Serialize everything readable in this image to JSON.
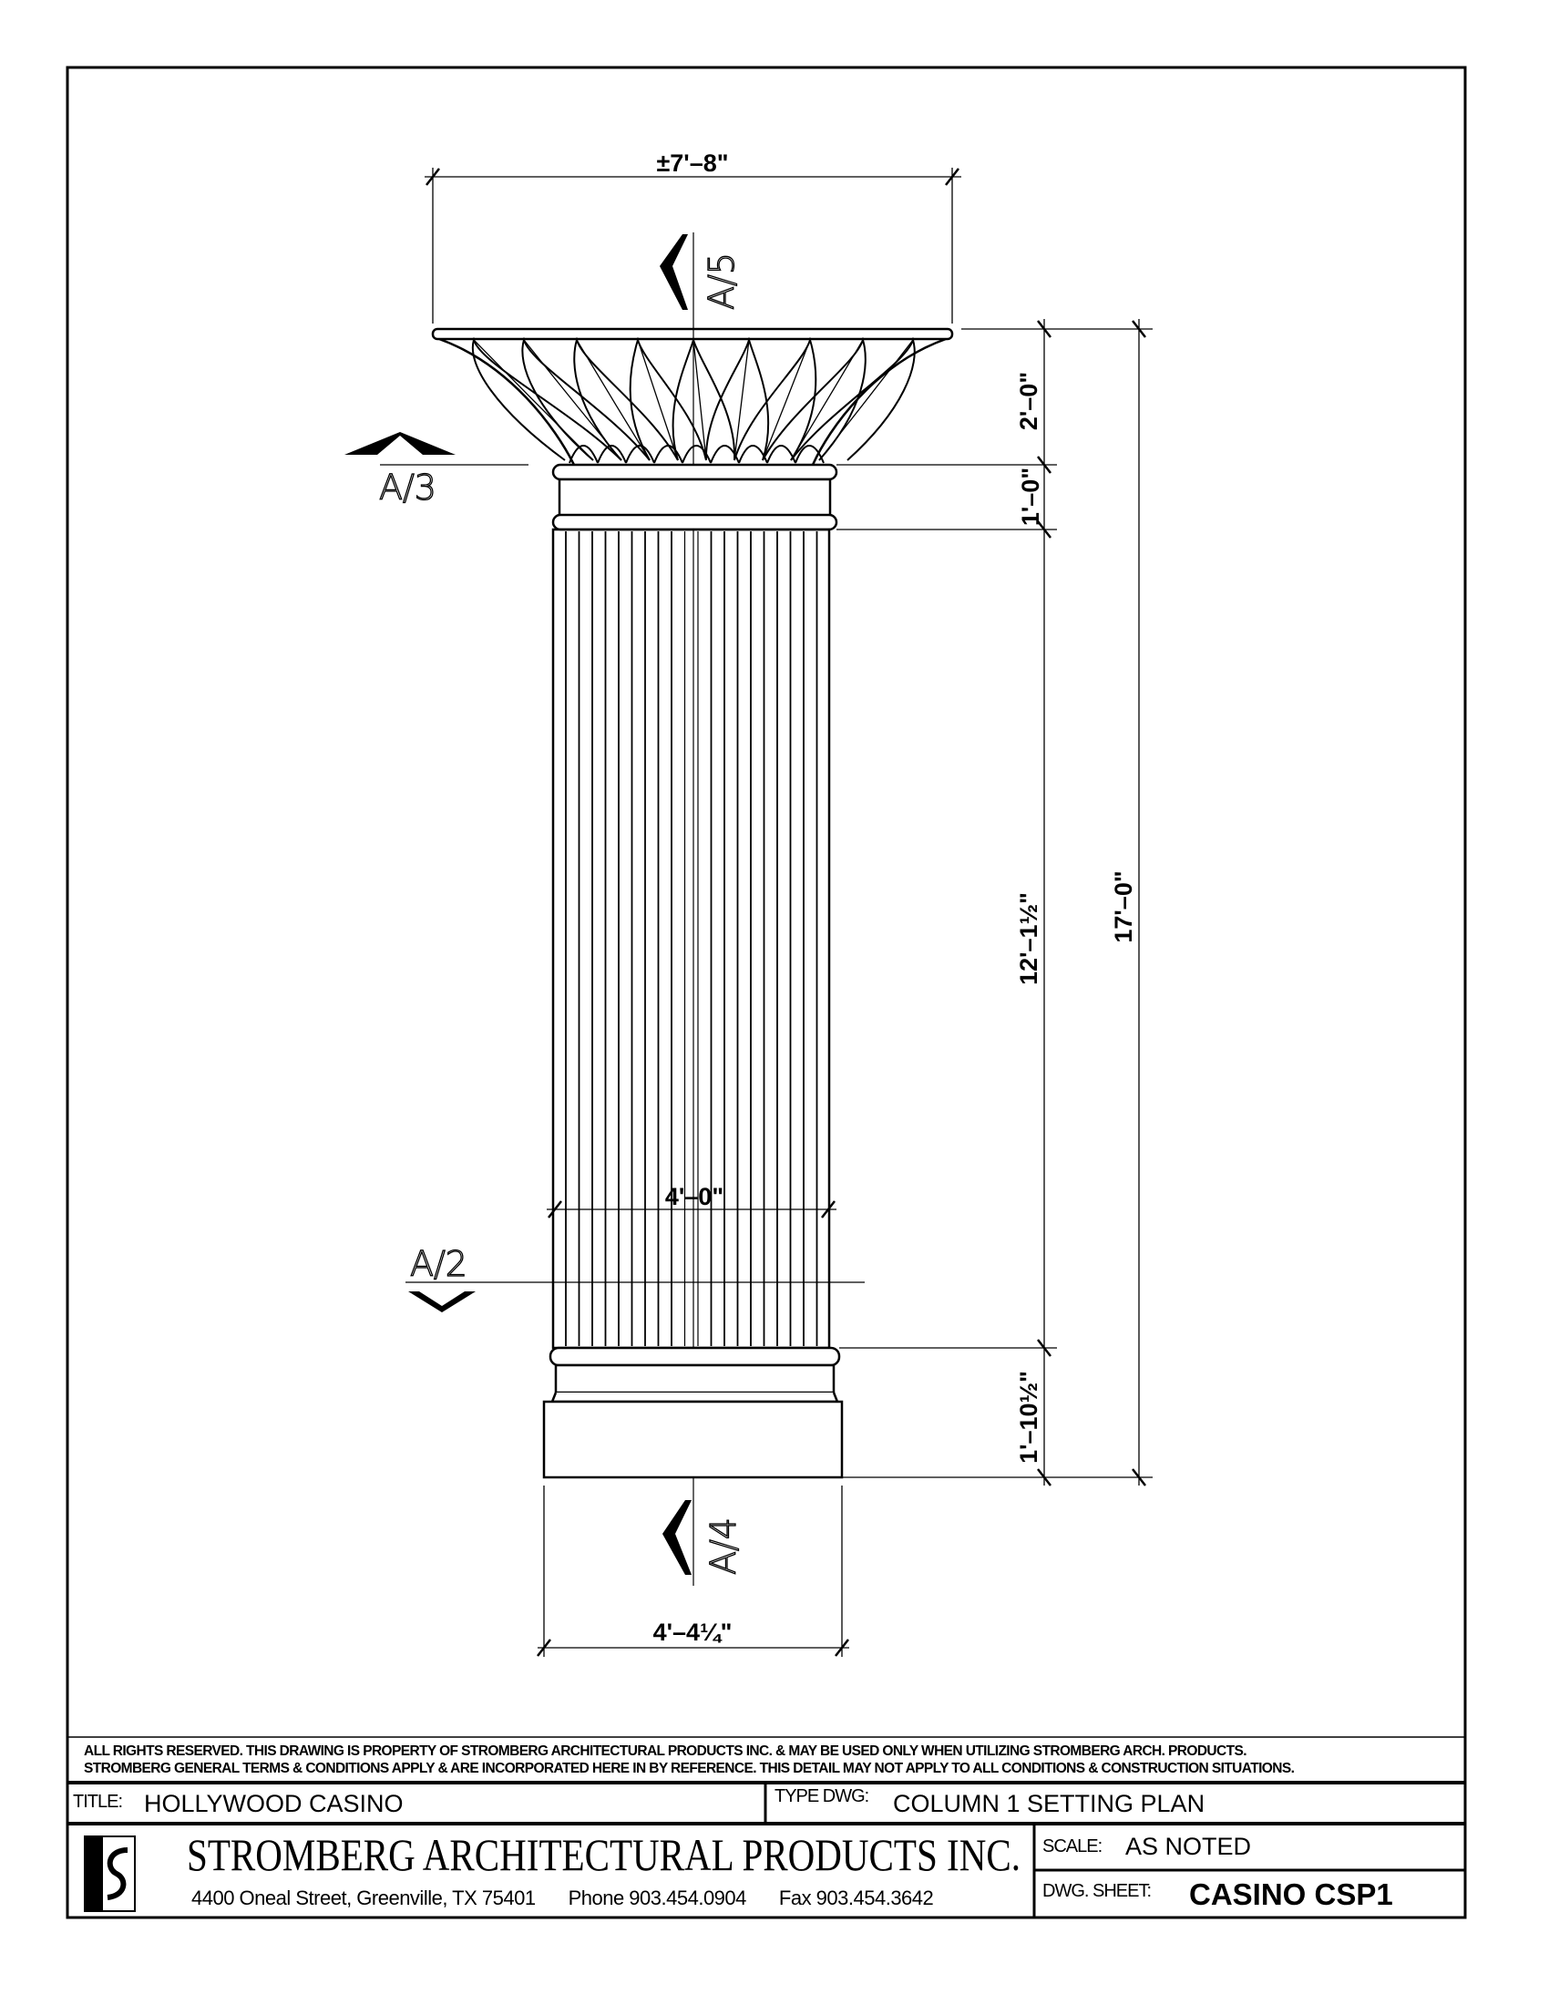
{
  "drawing": {
    "dimensions": {
      "capital_width": "±7'–8\"",
      "capital_height": "2'–0\"",
      "collar_height": "1'–0\"",
      "shaft_height": "12'–1½\"",
      "base_height": "1'–10½\"",
      "overall_height": "17'–0\"",
      "shaft_width": "4'–0\"",
      "base_width": "4'–4¼\""
    },
    "section_markers": {
      "top": "A/5",
      "left_upper": "A/3",
      "left_lower": "A/2",
      "bottom": "A/4"
    }
  },
  "title_block": {
    "disclaimer_line1": "ALL RIGHTS RESERVED. THIS DRAWING IS PROPERTY OF STROMBERG ARCHITECTURAL PRODUCTS INC. & MAY BE USED ONLY WHEN UTILIZING STROMBERG ARCH. PRODUCTS.",
    "disclaimer_line2": "STROMBERG GENERAL TERMS & CONDITIONS APPLY & ARE INCORPORATED HERE IN BY REFERENCE. THIS DETAIL MAY NOT APPLY TO ALL CONDITIONS & CONSTRUCTION SITUATIONS.",
    "title_label": "TITLE:",
    "title_value": "HOLLYWOOD CASINO",
    "type_label": "TYPE DWG:",
    "type_value": "COLUMN 1 SETTING PLAN",
    "company": "STROMBERG ARCHITECTURAL PRODUCTS INC.",
    "address": "4400 Oneal Street, Greenville, TX  75401",
    "phone": "Phone 903.454.0904",
    "fax": "Fax 903.454.3642",
    "scale_label": "SCALE:",
    "scale_value": "AS NOTED",
    "sheet_label": "DWG. SHEET:",
    "sheet_value": "CASINO CSP1",
    "logo_text": "S"
  }
}
